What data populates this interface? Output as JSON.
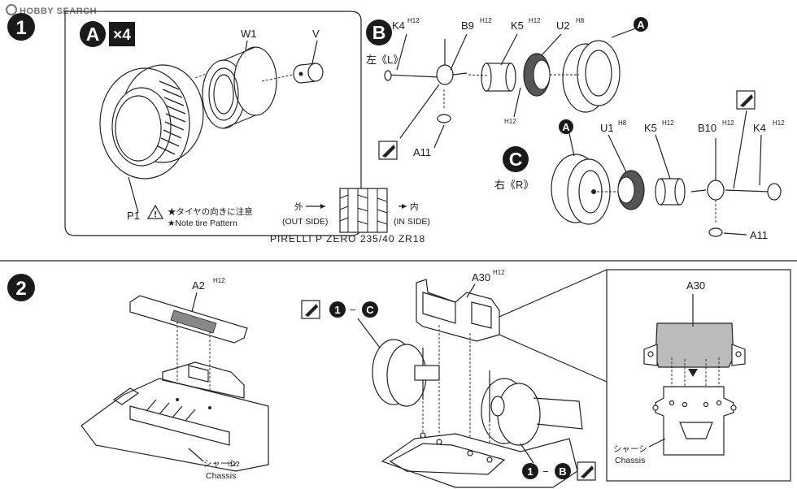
{
  "watermark": "HOBBY SEARCH",
  "step1": {
    "number": "1",
    "subassembly_a": {
      "letter": "A",
      "multiplier": "×4"
    },
    "labels": {
      "w1": "W1",
      "v": "V",
      "p1": "P1"
    },
    "note_jp": "★タイヤの向きに注意",
    "note_en": "★Note tire Pattern",
    "dir_out_jp": "外",
    "dir_out_en": "(OUT SIDE)",
    "dir_in_jp": "内",
    "dir_in_en": "(IN SIDE)",
    "tire_spec": "PIRELLI P ZERO 235/40 ZR18",
    "subassembly_b": {
      "letter": "B",
      "side": "左《L》",
      "parts": [
        "K4",
        "B9",
        "K5",
        "U2",
        "A11"
      ]
    },
    "subassembly_c": {
      "letter": "C",
      "side": "右《R》",
      "parts": [
        "U1",
        "K5",
        "B10",
        "K4",
        "A11"
      ]
    },
    "sprue_tag": "H12",
    "sprue_tag_u": "H8"
  },
  "step2": {
    "number": "2",
    "parts": {
      "a2": "A2",
      "a30": "A30",
      "a30_detail": "A30"
    },
    "chassis_jp": "シャーシ",
    "chassis_en": "Chassis",
    "ref_1c": {
      "step": "1",
      "dash": "−",
      "letter": "C"
    },
    "ref_1b": {
      "step": "1",
      "dash": "−",
      "letter": "B"
    }
  }
}
